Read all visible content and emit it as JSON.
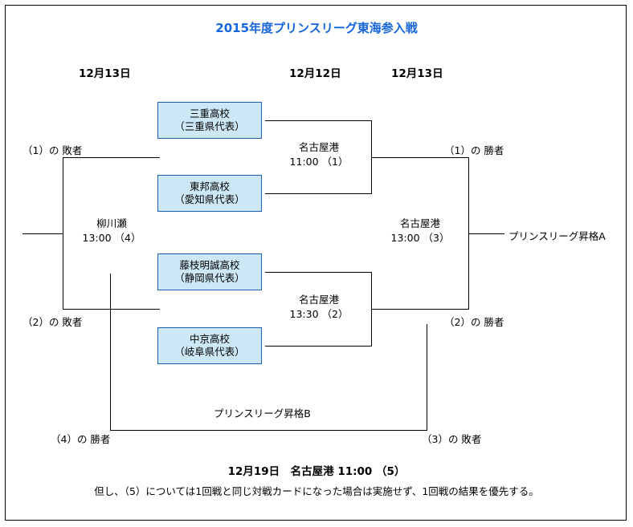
{
  "title": "2015年度プリンスリーグ東海参入戦",
  "title_color": "#1565dd",
  "box_fill": "#cce8f7",
  "box_border": "#1f5fb4",
  "date_headers": [
    {
      "label": "12月13日"
    },
    {
      "label": "12月12日"
    },
    {
      "label": "12月13日"
    }
  ],
  "teams": [
    {
      "name": "三重高校",
      "rep": "（三重県代表）"
    },
    {
      "name": "東邦高校",
      "rep": "（愛知県代表）"
    },
    {
      "name": "藤枝明誠高校",
      "rep": "（静岡県代表）"
    },
    {
      "name": "中京高校",
      "rep": "（岐阜県代表）"
    }
  ],
  "matches": [
    {
      "venue": "名古屋港",
      "time_no": "11:00 （1）"
    },
    {
      "venue": "名古屋港",
      "time_no": "13:30 （2）"
    },
    {
      "venue": "名古屋港",
      "time_no": "13:00 （3）"
    },
    {
      "venue": "柳川瀬",
      "time_no": "13:00 （4）"
    }
  ],
  "feeds": {
    "loser_1": "（1）の 敗者",
    "loser_2": "（2）の 敗者",
    "winner_1": "（1）の 勝者",
    "winner_2": "（2）の 勝者",
    "winner_4": "（4）の 勝者",
    "loser_3": "（3）の 敗者"
  },
  "outcomes": {
    "promotion_a": "プリンスリーグ昇格A",
    "promotion_b": "プリンスリーグ昇格B"
  },
  "footer": {
    "line1": "12月19日　名古屋港 11:00 （5）",
    "line2": "但し、（5）については1回戦と同じ対戦カードになった場合は実施せず、1回戦の結果を優先する。"
  }
}
